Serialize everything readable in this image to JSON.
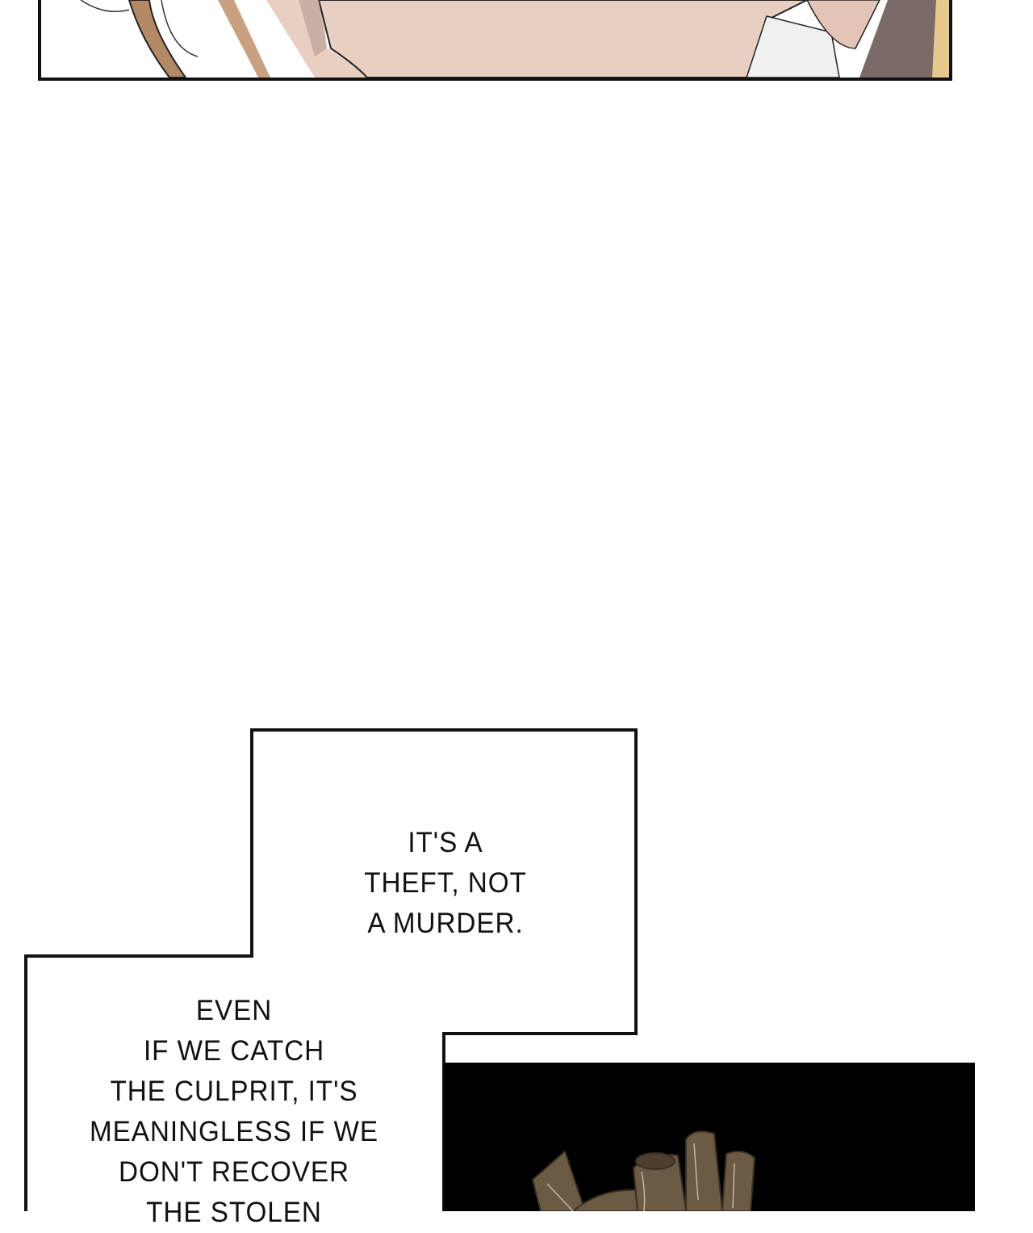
{
  "panels": {
    "top": {
      "description_colors": {
        "skin": "#e8cfc2",
        "hair": "#b48a66",
        "shadow": "#7a6b68",
        "border": "#111111"
      }
    },
    "caption_box": {
      "text1": {
        "lines": [
          "IT'S A",
          "THEFT, NOT",
          "A MURDER."
        ]
      },
      "text2": {
        "lines": [
          "EVEN",
          "IF WE CATCH",
          "THE CULPRIT, IT'S",
          "MEANINGLESS IF WE",
          "DON'T RECOVER",
          "THE STOLEN"
        ]
      }
    },
    "heart": {
      "background": "#000000",
      "object_color": "#6b5b44"
    }
  }
}
